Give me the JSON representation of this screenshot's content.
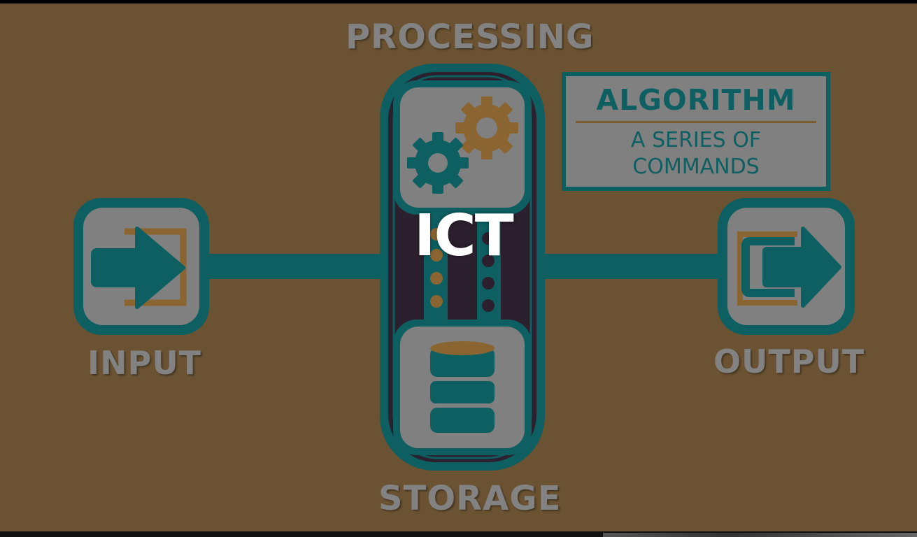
{
  "slide": {
    "overlay_title": "ICT",
    "processing": "PROCESSING",
    "input": "INPUT",
    "output": "OUTPUT",
    "storage": "STORAGE",
    "algorithm": {
      "title": "ALGORITHM",
      "line1": "A SERIES OF",
      "line2": "COMMANDS"
    }
  },
  "colors": {
    "background": "#6a5232",
    "teal": "#0d5f62",
    "panel_gray": "#808080",
    "orange": "#8a6532",
    "dark_purple": "#2c1f2e",
    "label_gray": "#828282",
    "overlay_text": "#ffffff"
  },
  "icons": [
    "input-arrow-icon",
    "gears-icon",
    "database-icon",
    "output-arrow-icon"
  ]
}
